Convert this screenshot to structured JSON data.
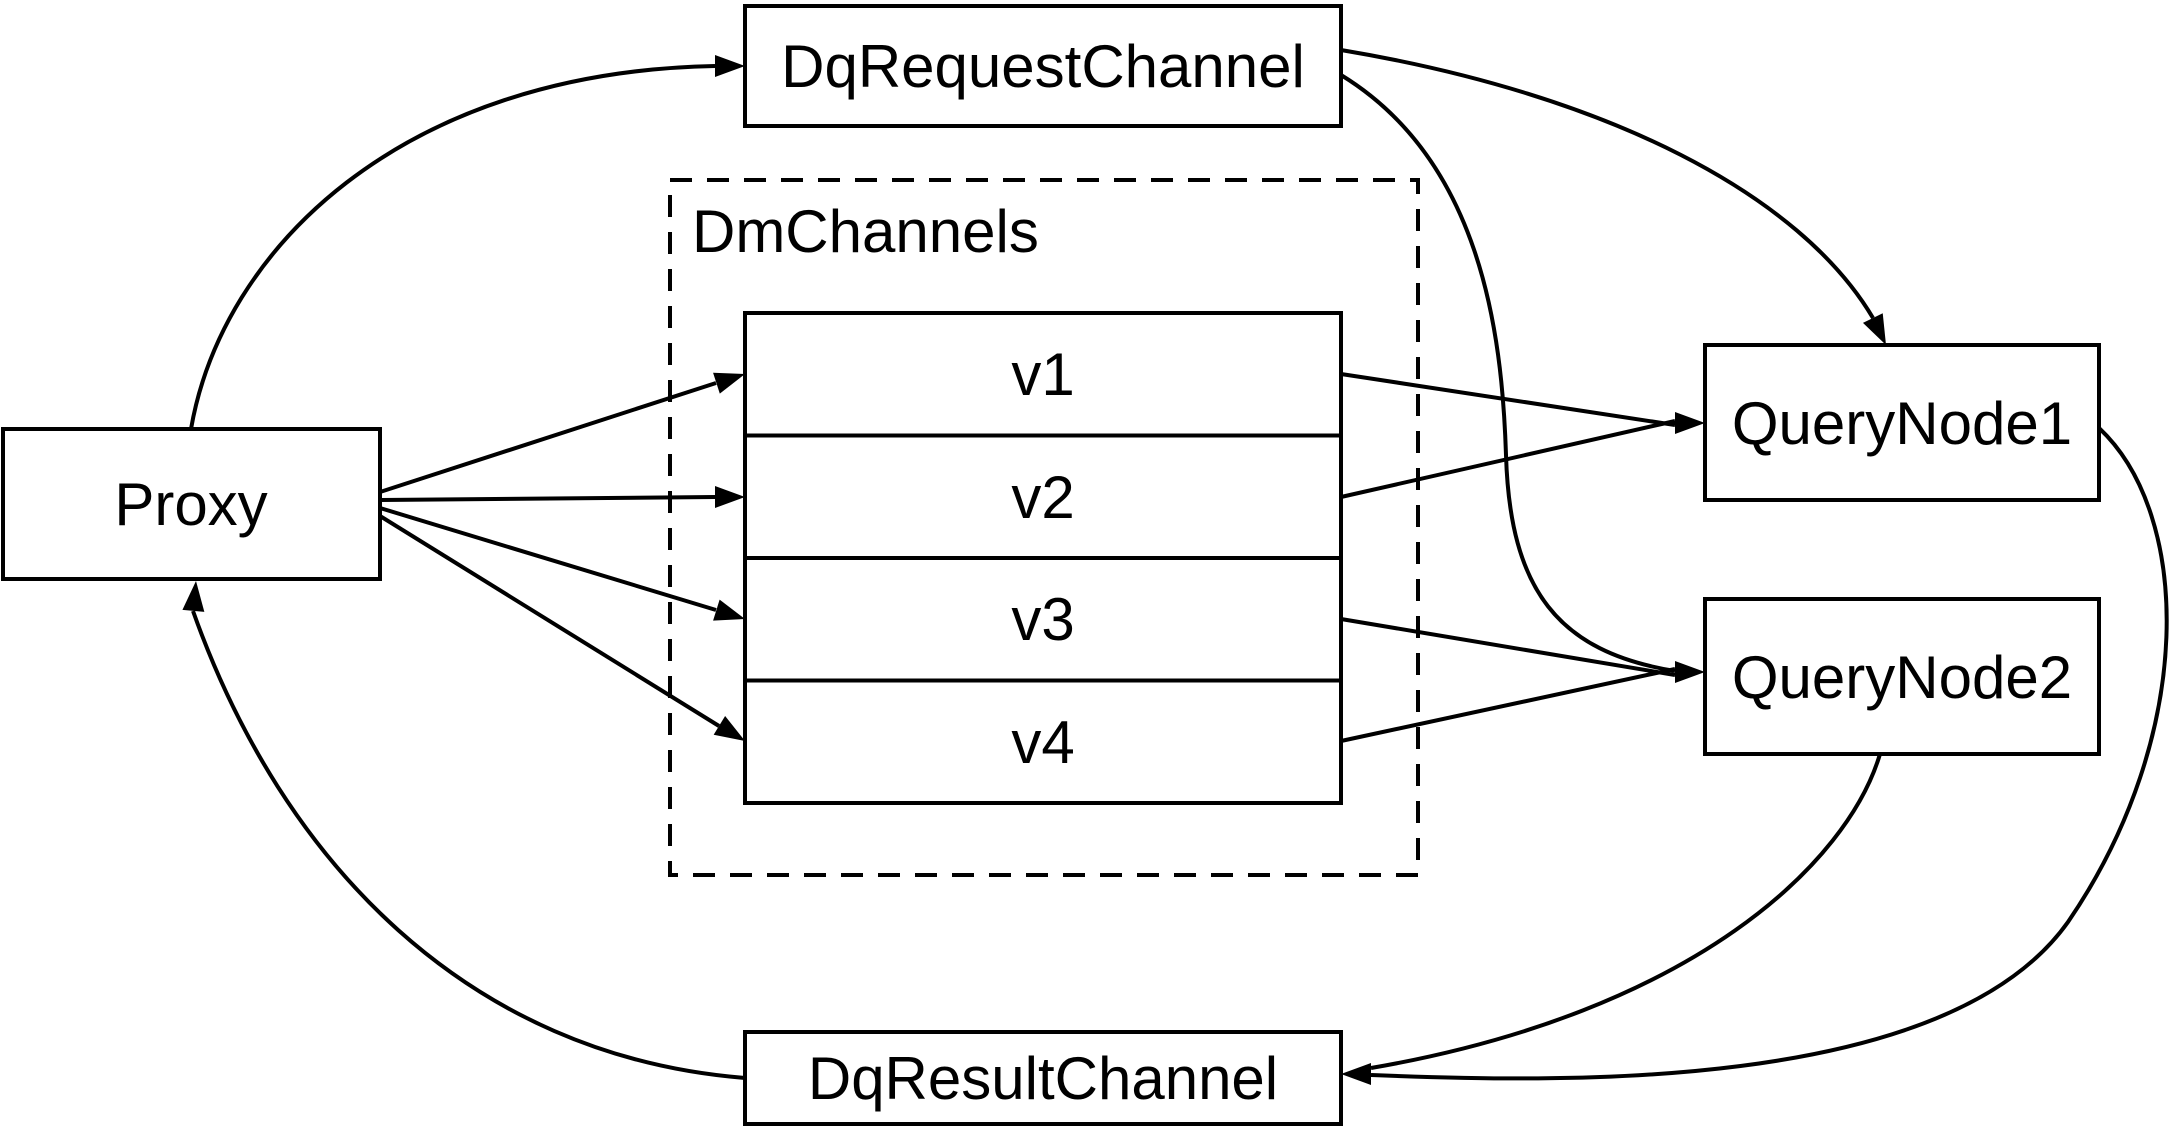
{
  "diagram": {
    "background": "#ffffff",
    "line_color": "#000000",
    "box_fill": "#ffffff",
    "nodes": {
      "dqRequestChannel": "DqRequestChannel",
      "proxy": "Proxy",
      "dmChannels": "DmChannels",
      "v1": "v1",
      "v2": "v2",
      "v3": "v3",
      "v4": "v4",
      "queryNode1": "QueryNode1",
      "queryNode2": "QueryNode2",
      "dqResultChannel": "DqResultChannel"
    },
    "edges": [
      {
        "from": "Proxy",
        "to": "DqRequestChannel"
      },
      {
        "from": "Proxy",
        "to": "v1"
      },
      {
        "from": "Proxy",
        "to": "v2"
      },
      {
        "from": "Proxy",
        "to": "v3"
      },
      {
        "from": "Proxy",
        "to": "v4"
      },
      {
        "from": "DqRequestChannel",
        "to": "QueryNode1"
      },
      {
        "from": "DqRequestChannel",
        "to": "QueryNode2"
      },
      {
        "from": "v1",
        "to": "QueryNode1"
      },
      {
        "from": "v2",
        "to": "QueryNode1"
      },
      {
        "from": "v3",
        "to": "QueryNode2"
      },
      {
        "from": "v4",
        "to": "QueryNode2"
      },
      {
        "from": "QueryNode1",
        "to": "DqResultChannel"
      },
      {
        "from": "QueryNode2",
        "to": "DqResultChannel"
      },
      {
        "from": "DqResultChannel",
        "to": "Proxy"
      }
    ]
  }
}
